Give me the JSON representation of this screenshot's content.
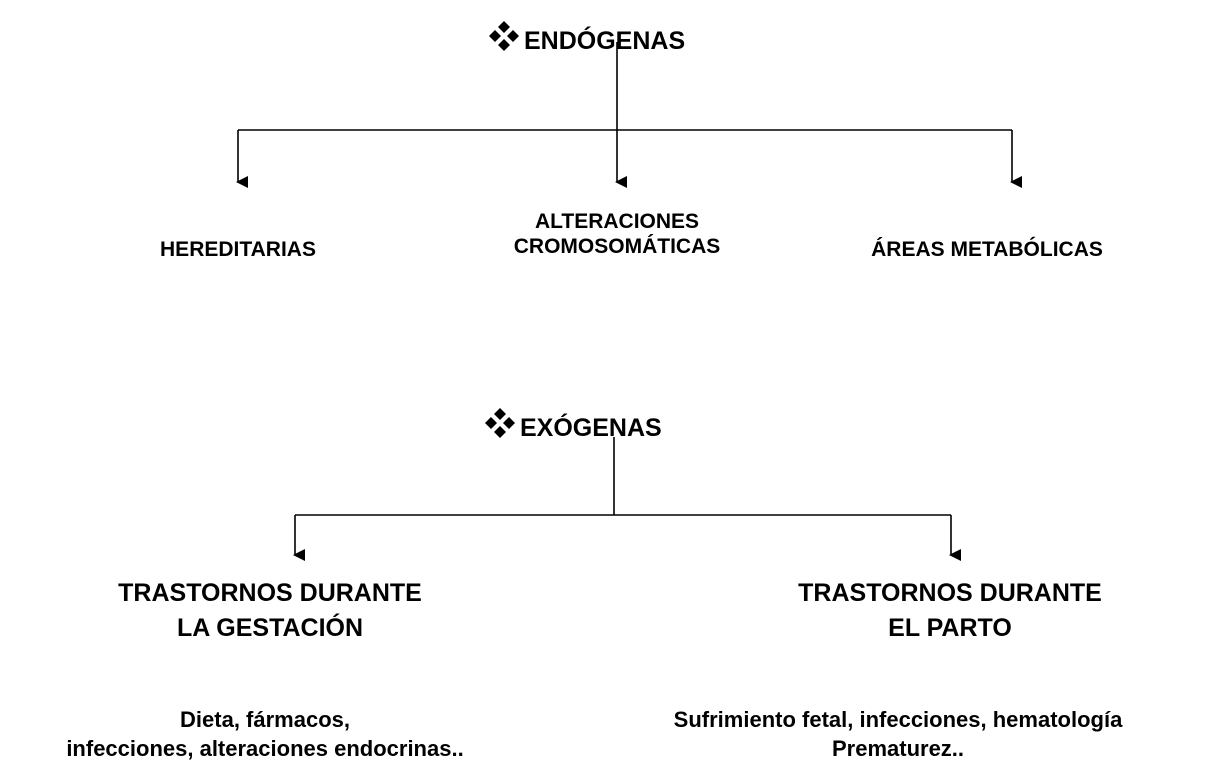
{
  "endogenas": {
    "title": "ENDÓGENAS",
    "bullet_icon": "four-diamonds-icon",
    "children": [
      {
        "line1": "HEREDITARIAS",
        "line2": ""
      },
      {
        "line1": "ALTERACIONES",
        "line2": "CROMOSOMÁTICAS"
      },
      {
        "line1": "ÁREAS METABÓLICAS",
        "line2": ""
      }
    ]
  },
  "exogenas": {
    "title": "EXÓGENAS",
    "bullet_icon": "four-diamonds-icon",
    "children": [
      {
        "line1": "TRASTORNOS DURANTE",
        "line2": "LA GESTACIÓN",
        "detail_line1": "Dieta, fármacos,",
        "detail_line2": "infecciones, alteraciones endocrinas.."
      },
      {
        "line1": "TRASTORNOS DURANTE",
        "line2": "EL PARTO",
        "detail_line1": "Sufrimiento fetal, infecciones, hematología",
        "detail_line2": "Prematurez.."
      }
    ]
  },
  "colors": {
    "text": "#000000",
    "lines": "#000000",
    "background": "#ffffff"
  }
}
